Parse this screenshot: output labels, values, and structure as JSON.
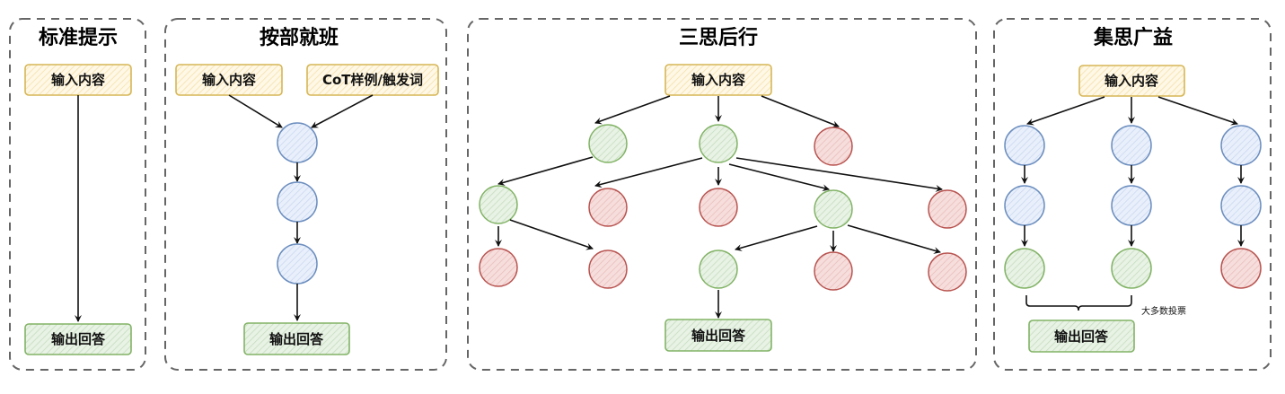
{
  "colors": {
    "input_fill": "#fff2cc",
    "input_stroke": "#d6b656",
    "output_fill": "#d5e8d4",
    "output_stroke": "#82b366",
    "blue_fill": "#dae8fc",
    "blue_stroke": "#6c8ebf",
    "green_fill": "#d5e8d4",
    "green_stroke": "#82b366",
    "red_fill": "#f8cecc",
    "red_stroke": "#b85450",
    "panel_border": "#666666"
  },
  "panels": [
    {
      "title": "标准提示",
      "input_label": "输入内容",
      "output_label": "输出回答"
    },
    {
      "title": "按部就班",
      "input_label": "输入内容",
      "extra_input_label": "CoT样例/触发词",
      "output_label": "输出回答"
    },
    {
      "title": "三思后行",
      "input_label": "输入内容",
      "output_label": "输出回答"
    },
    {
      "title": "集思广益",
      "input_label": "输入内容",
      "output_label": "输出回答",
      "vote_label": "大多数投票"
    }
  ]
}
